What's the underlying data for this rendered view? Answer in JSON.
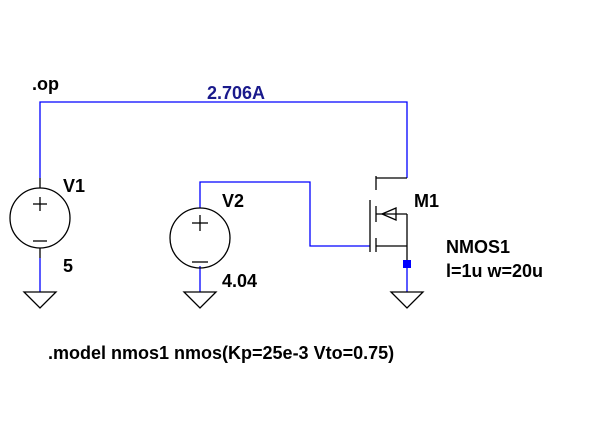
{
  "directive_op": ".op",
  "current_annotation": "2.706A",
  "v1": {
    "name": "V1",
    "value": "5"
  },
  "v2": {
    "name": "V2",
    "value": "4.04"
  },
  "m1": {
    "name": "M1",
    "model": "NMOS1",
    "params": "l=1u w=20u"
  },
  "model_line": ".model nmos1 nmos(Kp=25e-3 Vto=0.75)",
  "colors": {
    "wire": "#0000ff",
    "symbol": "#000000",
    "annotation": "#1a1a8c",
    "junction": "#0000ff",
    "background": "#ffffff"
  }
}
